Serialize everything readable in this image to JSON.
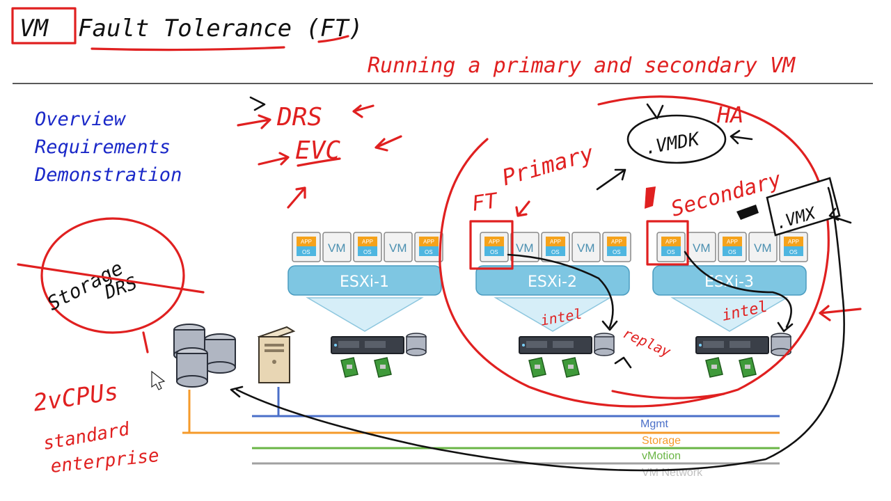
{
  "title": {
    "vm": "VM",
    "rest": "Fault Tolerance (FT)"
  },
  "subtitle": "Running a primary and secondary VM",
  "agenda": [
    "Overview",
    "Requirements",
    "Demonstration"
  ],
  "annotations": {
    "drs": "DRS",
    "evc": "EVC",
    "ha": "HA",
    "primary": "Primary",
    "ft": "FT",
    "secondary": "Secondary",
    "vmdk": ".VMDK",
    "vmx": ".VMX",
    "storage_drs_line1": "Storage",
    "storage_drs_line2": "DRS",
    "vcpus": "2vCPUs",
    "standard": "standard",
    "enterprise": "enterprise",
    "intel_1": "intel",
    "intel_2": "intel",
    "replay": "replay"
  },
  "hosts": [
    {
      "name": "ESXi-1"
    },
    {
      "name": "ESXi-2"
    },
    {
      "name": "ESXi-3"
    }
  ],
  "vm_tiles": [
    "APP OS",
    "VM",
    "APP OS",
    "VM",
    "APP OS"
  ],
  "tile_text": {
    "app": "APP",
    "os": "OS",
    "vm": "VM"
  },
  "networks": [
    {
      "name": "Mgmt",
      "color": "#4a6fc8"
    },
    {
      "name": "Storage",
      "color": "#f59a2a"
    },
    {
      "name": "vMotion",
      "color": "#6ab545"
    },
    {
      "name": "VM Network",
      "color": "#a0a0a0"
    }
  ],
  "colors": {
    "ink_red": "#e02020",
    "ink_blue": "#1a28c8",
    "esxi_bar": "#7ec6e2"
  }
}
